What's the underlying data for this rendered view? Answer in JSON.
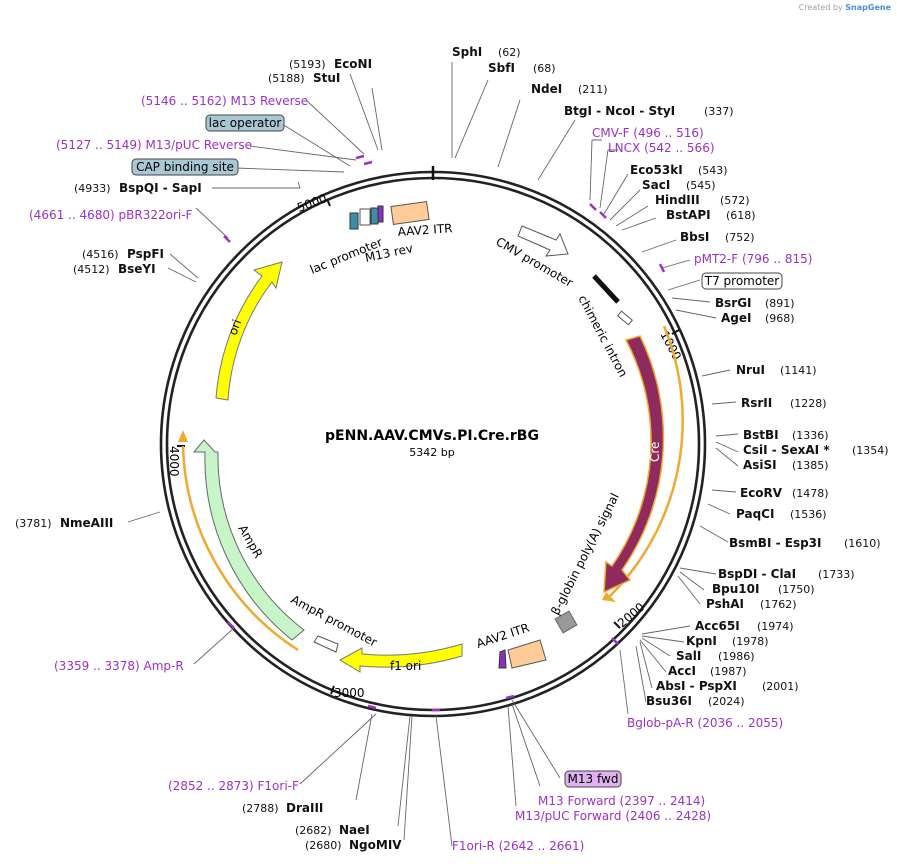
{
  "header": {
    "credit_prefix": "Created by",
    "credit_brand": "SnapGene"
  },
  "plasmid": {
    "name": "pENN.AAV.CMVs.PI.Cre.rBG",
    "size_label": "5342 bp",
    "length_bp": 5342
  },
  "ticks": [
    "1000",
    "2000",
    "3000",
    "4000",
    "5000"
  ],
  "colors": {
    "backbone": "#222222",
    "cre": "#8e2a5e",
    "cre_outline": "#f0a830",
    "ori": "#ffff00",
    "ampr": "#c8f5c8",
    "itr": "#ffcc99",
    "f1ori": "#ffff00",
    "primer": "#9b30c9",
    "boxed": "#aac8d4",
    "m13fwd_box": "#e0b3f0"
  },
  "features": {
    "cmv_promoter": "CMV promoter",
    "chimeric_intron": "chimeric intron",
    "cre": "Cre",
    "beta_globin": "β-globin poly(A) signal",
    "aav2_itr_right": "AAV2 ITR",
    "aav2_itr_left": "AAV2 ITR",
    "f1_ori": "f1 ori",
    "ampr_promoter": "AmpR promoter",
    "ampr": "AmpR",
    "ori": "ori",
    "lac_promoter": "lac promoter",
    "m13_rev": "M13 rev"
  },
  "boxed_labels": {
    "lac_operator": "lac operator",
    "cap_binding_site": "CAP binding site",
    "t7_promoter": "T7 promoter",
    "m13_fwd": "M13 fwd"
  },
  "sites": [
    {
      "id": "sphi",
      "name": "SphI",
      "pos": "(62)"
    },
    {
      "id": "sbfi",
      "name": "SbfI",
      "pos": "(68)"
    },
    {
      "id": "ndei",
      "name": "NdeI",
      "pos": "(211)"
    },
    {
      "id": "btgi",
      "name": "BtgI  -  NcoI  -  StyI",
      "pos": "(337)"
    },
    {
      "id": "eco53ki",
      "name": "Eco53kI",
      "pos": "(543)"
    },
    {
      "id": "saci",
      "name": "SacI",
      "pos": "(545)"
    },
    {
      "id": "hindiii",
      "name": "HindIII",
      "pos": "(572)"
    },
    {
      "id": "bstapi",
      "name": "BstAPI",
      "pos": "(618)"
    },
    {
      "id": "bbsi",
      "name": "BbsI",
      "pos": "(752)"
    },
    {
      "id": "bsrgi",
      "name": "BsrGI",
      "pos": "(891)"
    },
    {
      "id": "agei",
      "name": "AgeI",
      "pos": "(968)"
    },
    {
      "id": "nrui",
      "name": "NruI",
      "pos": "(1141)"
    },
    {
      "id": "rsrii",
      "name": "RsrII",
      "pos": "(1228)"
    },
    {
      "id": "bstbi",
      "name": "BstBI",
      "pos": "(1336)"
    },
    {
      "id": "csii",
      "name": "CsiI  -  SexAI *",
      "pos": "(1354)"
    },
    {
      "id": "asisi",
      "name": "AsiSI",
      "pos": "(1385)"
    },
    {
      "id": "ecorv",
      "name": "EcoRV",
      "pos": "(1478)"
    },
    {
      "id": "paqci",
      "name": "PaqCI",
      "pos": "(1536)"
    },
    {
      "id": "bsmbi",
      "name": "BsmBI  -  Esp3I",
      "pos": "(1610)"
    },
    {
      "id": "bspdi",
      "name": "BspDI  -  ClaI",
      "pos": "(1733)"
    },
    {
      "id": "bpu10i",
      "name": "Bpu10I",
      "pos": "(1750)"
    },
    {
      "id": "pshai",
      "name": "PshAI",
      "pos": "(1762)"
    },
    {
      "id": "acc65i",
      "name": "Acc65I",
      "pos": "(1974)"
    },
    {
      "id": "kpni",
      "name": "KpnI",
      "pos": "(1978)"
    },
    {
      "id": "sali",
      "name": "SalI",
      "pos": "(1986)"
    },
    {
      "id": "acci",
      "name": "AccI",
      "pos": "(1987)"
    },
    {
      "id": "absi",
      "name": "AbsI  -  PspXI",
      "pos": "(2001)"
    },
    {
      "id": "bsu36i",
      "name": "Bsu36I",
      "pos": "(2024)"
    },
    {
      "id": "draiii",
      "name": "DraIII",
      "pos": "(2788)"
    },
    {
      "id": "naei",
      "name": "NaeI",
      "pos": "(2682)"
    },
    {
      "id": "ngomiv",
      "name": "NgoMIV",
      "pos": "(2680)"
    },
    {
      "id": "nmeaiii",
      "name": "NmeAIII",
      "pos": "(3781)"
    },
    {
      "id": "bseyi",
      "name": "BseYI",
      "pos": "(4512)"
    },
    {
      "id": "pspfi",
      "name": "PspFI",
      "pos": "(4516)"
    },
    {
      "id": "bspqi",
      "name": "BspQI  -  SapI",
      "pos": "(4933)"
    },
    {
      "id": "stui",
      "name": "StuI",
      "pos": "(5188)"
    },
    {
      "id": "ecoNi",
      "name": "EcoNI",
      "pos": "(5193)"
    }
  ],
  "primers": [
    {
      "id": "cmvf",
      "label": "CMV-F   (496 .. 516)"
    },
    {
      "id": "lncx",
      "label": "LNCX   (542 .. 566)"
    },
    {
      "id": "pmt2f",
      "label": "pMT2-F   (796 .. 815)"
    },
    {
      "id": "bglob",
      "label": "Bglob-pA-R   (2036 .. 2055)"
    },
    {
      "id": "m13forward",
      "label": "M13 Forward   (2397 .. 2414)"
    },
    {
      "id": "m13pucfwd",
      "label": "M13/pUC Forward   (2406 .. 2428)"
    },
    {
      "id": "f1orir",
      "label": "F1ori-R   (2642 .. 2661)"
    },
    {
      "id": "f1orif",
      "label": "(2852 .. 2873)   F1ori-F"
    },
    {
      "id": "ampr",
      "label": "(3359 .. 3378)   Amp-R"
    },
    {
      "id": "pbr322",
      "label": "(4661 .. 4680)   pBR322ori-F"
    },
    {
      "id": "m13pucrev",
      "label": "(5127 .. 5149)   M13/pUC Reverse"
    },
    {
      "id": "m13rev",
      "label": "(5146 .. 5162)   M13 Reverse"
    }
  ]
}
